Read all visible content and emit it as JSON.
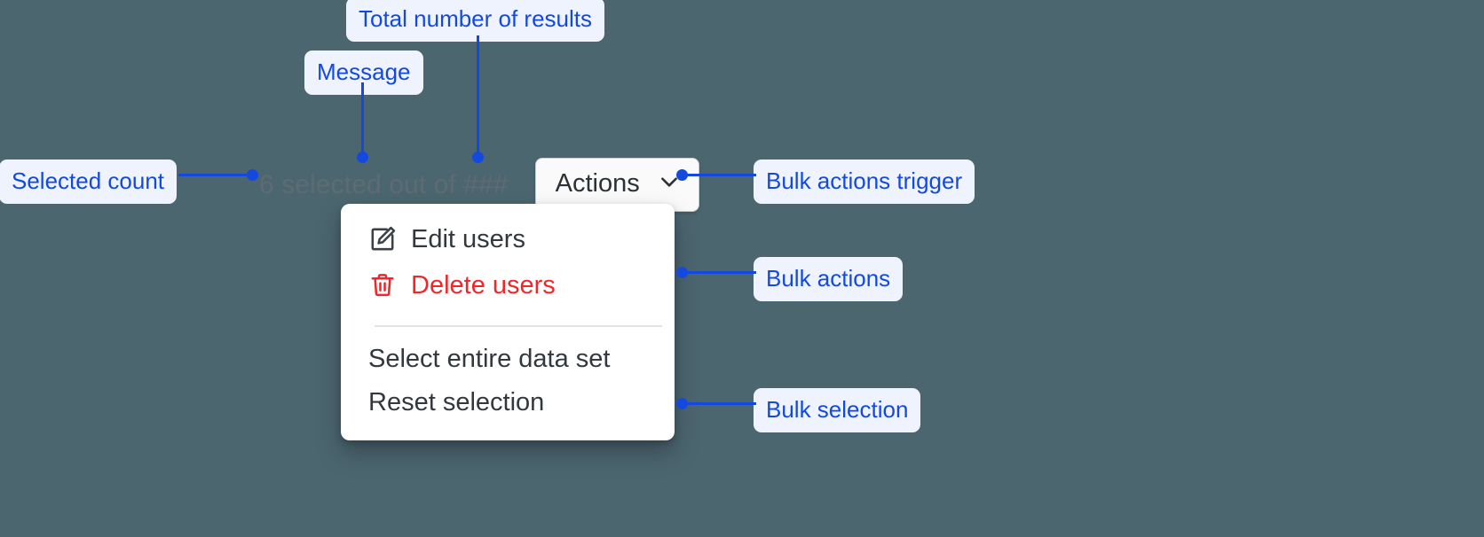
{
  "canvas": {
    "background_color": "#4c6670",
    "annotation_color": "#1449e0",
    "annotation_badge_bg": "#eef3fe"
  },
  "selection_bar": {
    "message": "6 selected out of ###",
    "selected_count": "6",
    "total_results_placeholder": "###",
    "actions_button": {
      "label": "Actions",
      "chevron_icon": "chevron-down-icon"
    }
  },
  "dropdown": {
    "bulk_actions": [
      {
        "label": "Edit users",
        "icon": "edit-pencil-icon",
        "tone": "default"
      },
      {
        "label": "Delete users",
        "icon": "trash-icon",
        "tone": "danger"
      }
    ],
    "bulk_selection": [
      {
        "label": "Select entire data set",
        "icon": "",
        "tone": "default"
      },
      {
        "label": "Reset selection",
        "icon": "",
        "tone": "default"
      }
    ]
  },
  "annotations": {
    "total_results": "Total number of results",
    "message": "Message",
    "selected_count": "Selected count",
    "bulk_actions_trigger": "Bulk actions trigger",
    "bulk_actions": "Bulk actions",
    "bulk_selection": "Bulk selection"
  },
  "colors": {
    "danger": "#f0262a",
    "text_muted": "#5e6b72",
    "text_primary": "#32383e"
  }
}
